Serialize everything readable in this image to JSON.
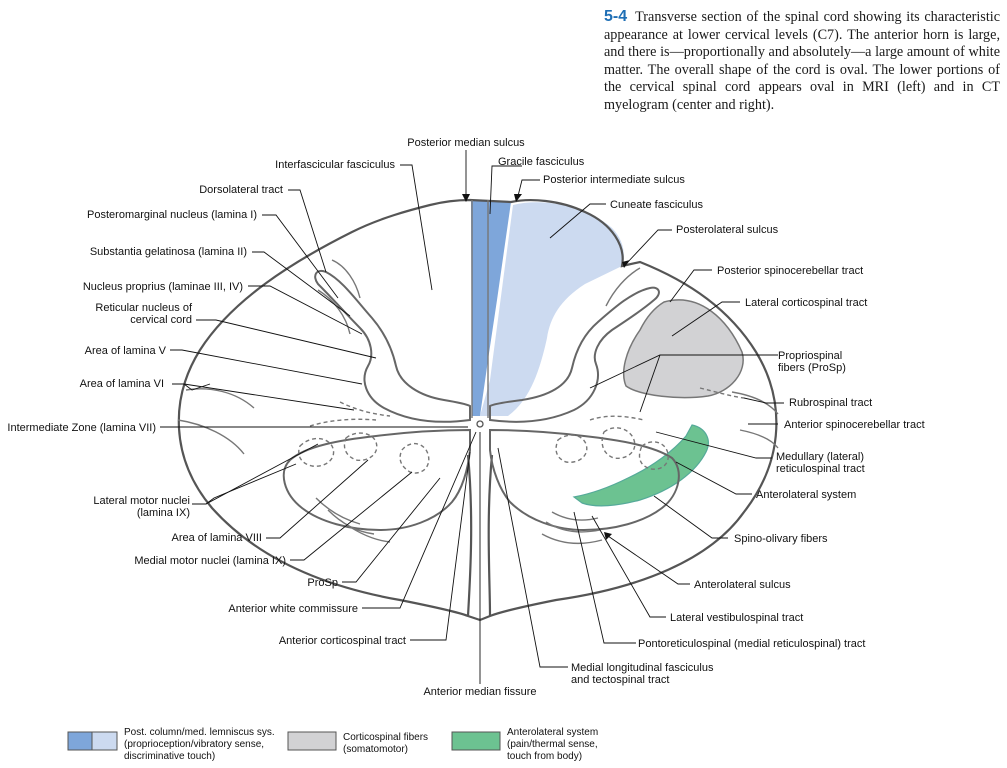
{
  "caption": {
    "number": "5-4",
    "text": "Transverse section of the spinal cord showing its characteristic appearance at lower cervical levels (C7). The anterior horn is large, and there is—proportionally and absolutely—a large amount of white matter. The overall shape of the cord is oval. The lower portions of the cervical spinal cord appears oval in MRI (left) and in CT myelogram (center and right)."
  },
  "labels": {
    "posterior_median_sulcus": "Posterior median sulcus",
    "gracile_fasciculus": "Gracile fasciculus",
    "posterior_intermediate_sulcus": "Posterior intermediate sulcus",
    "interfascicular_fasciculus": "Interfascicular fasciculus",
    "dorsolateral_tract": "Dorsolateral tract",
    "cuneate_fasciculus": "Cuneate fasciculus",
    "posteromarginal_nucleus": "Posteromarginal nucleus (lamina I)",
    "posterolateral_sulcus": "Posterolateral sulcus",
    "substantia_gelatinosa": "Substantia gelatinosa (lamina II)",
    "posterior_spinocerebellar_tract": "Posterior spinocerebellar tract",
    "nucleus_proprius": "Nucleus proprius (laminae III, IV)",
    "lateral_corticospinal_tract": "Lateral corticospinal tract",
    "reticular_nucleus_1": "Reticular nucleus of",
    "reticular_nucleus_2": "cervical cord",
    "area_lamina_v": "Area of lamina V",
    "propriospinal_1": "Propriospinal",
    "propriospinal_2": "fibers (ProSp)",
    "area_lamina_vi": "Area of lamina VI",
    "rubrospinal_tract": "Rubrospinal tract",
    "intermediate_zone": "Intermediate Zone (lamina VII)",
    "anterior_spinocerebellar_tract": "Anterior spinocerebellar tract",
    "medullary_reticulospinal_1": "Medullary (lateral)",
    "medullary_reticulospinal_2": "reticulospinal tract",
    "anterolateral_system": "Anterolateral system",
    "lateral_motor_nuclei_1": "Lateral motor nuclei",
    "lateral_motor_nuclei_2": "(lamina IX)",
    "area_lamina_viii": "Area of lamina VIII",
    "spino_olivary_fibers": "Spino-olivary fibers",
    "medial_motor_nuclei": "Medial motor nuclei (lamina IX)",
    "prosp": "ProSp",
    "anterolateral_sulcus": "Anterolateral sulcus",
    "anterior_white_commissure": "Anterior white commissure",
    "lateral_vestibulospinal_tract": "Lateral vestibulospinal tract",
    "anterior_corticospinal_tract": "Anterior corticospinal tract",
    "pontoreticulospinal_tract": "Pontoreticulospinal (medial reticulospinal) tract",
    "mlf_1": "Medial longitudinal fasciculus",
    "mlf_2": "and tectospinal tract",
    "anterior_median_fissure": "Anterior median fissure"
  },
  "legend": {
    "dorsal_column": {
      "line1": "Post. column/med. lemniscus sys.",
      "line2": "(proprioception/vibratory sense,",
      "line3": "discriminative touch)"
    },
    "corticospinal": {
      "line1": "Corticospinal fibers",
      "line2": "(somatomotor)"
    },
    "anterolateral": {
      "line1": "Anterolateral system",
      "line2": "(pain/thermal sense,",
      "line3": "touch from body)"
    }
  },
  "colors": {
    "gracile": "#7ea6da",
    "cuneate": "#ccdaf0",
    "corticospinal": "#d2d2d4",
    "anterolateral": "#6cc291",
    "outline": "#555555",
    "caption_number": "#1f6fb5"
  }
}
